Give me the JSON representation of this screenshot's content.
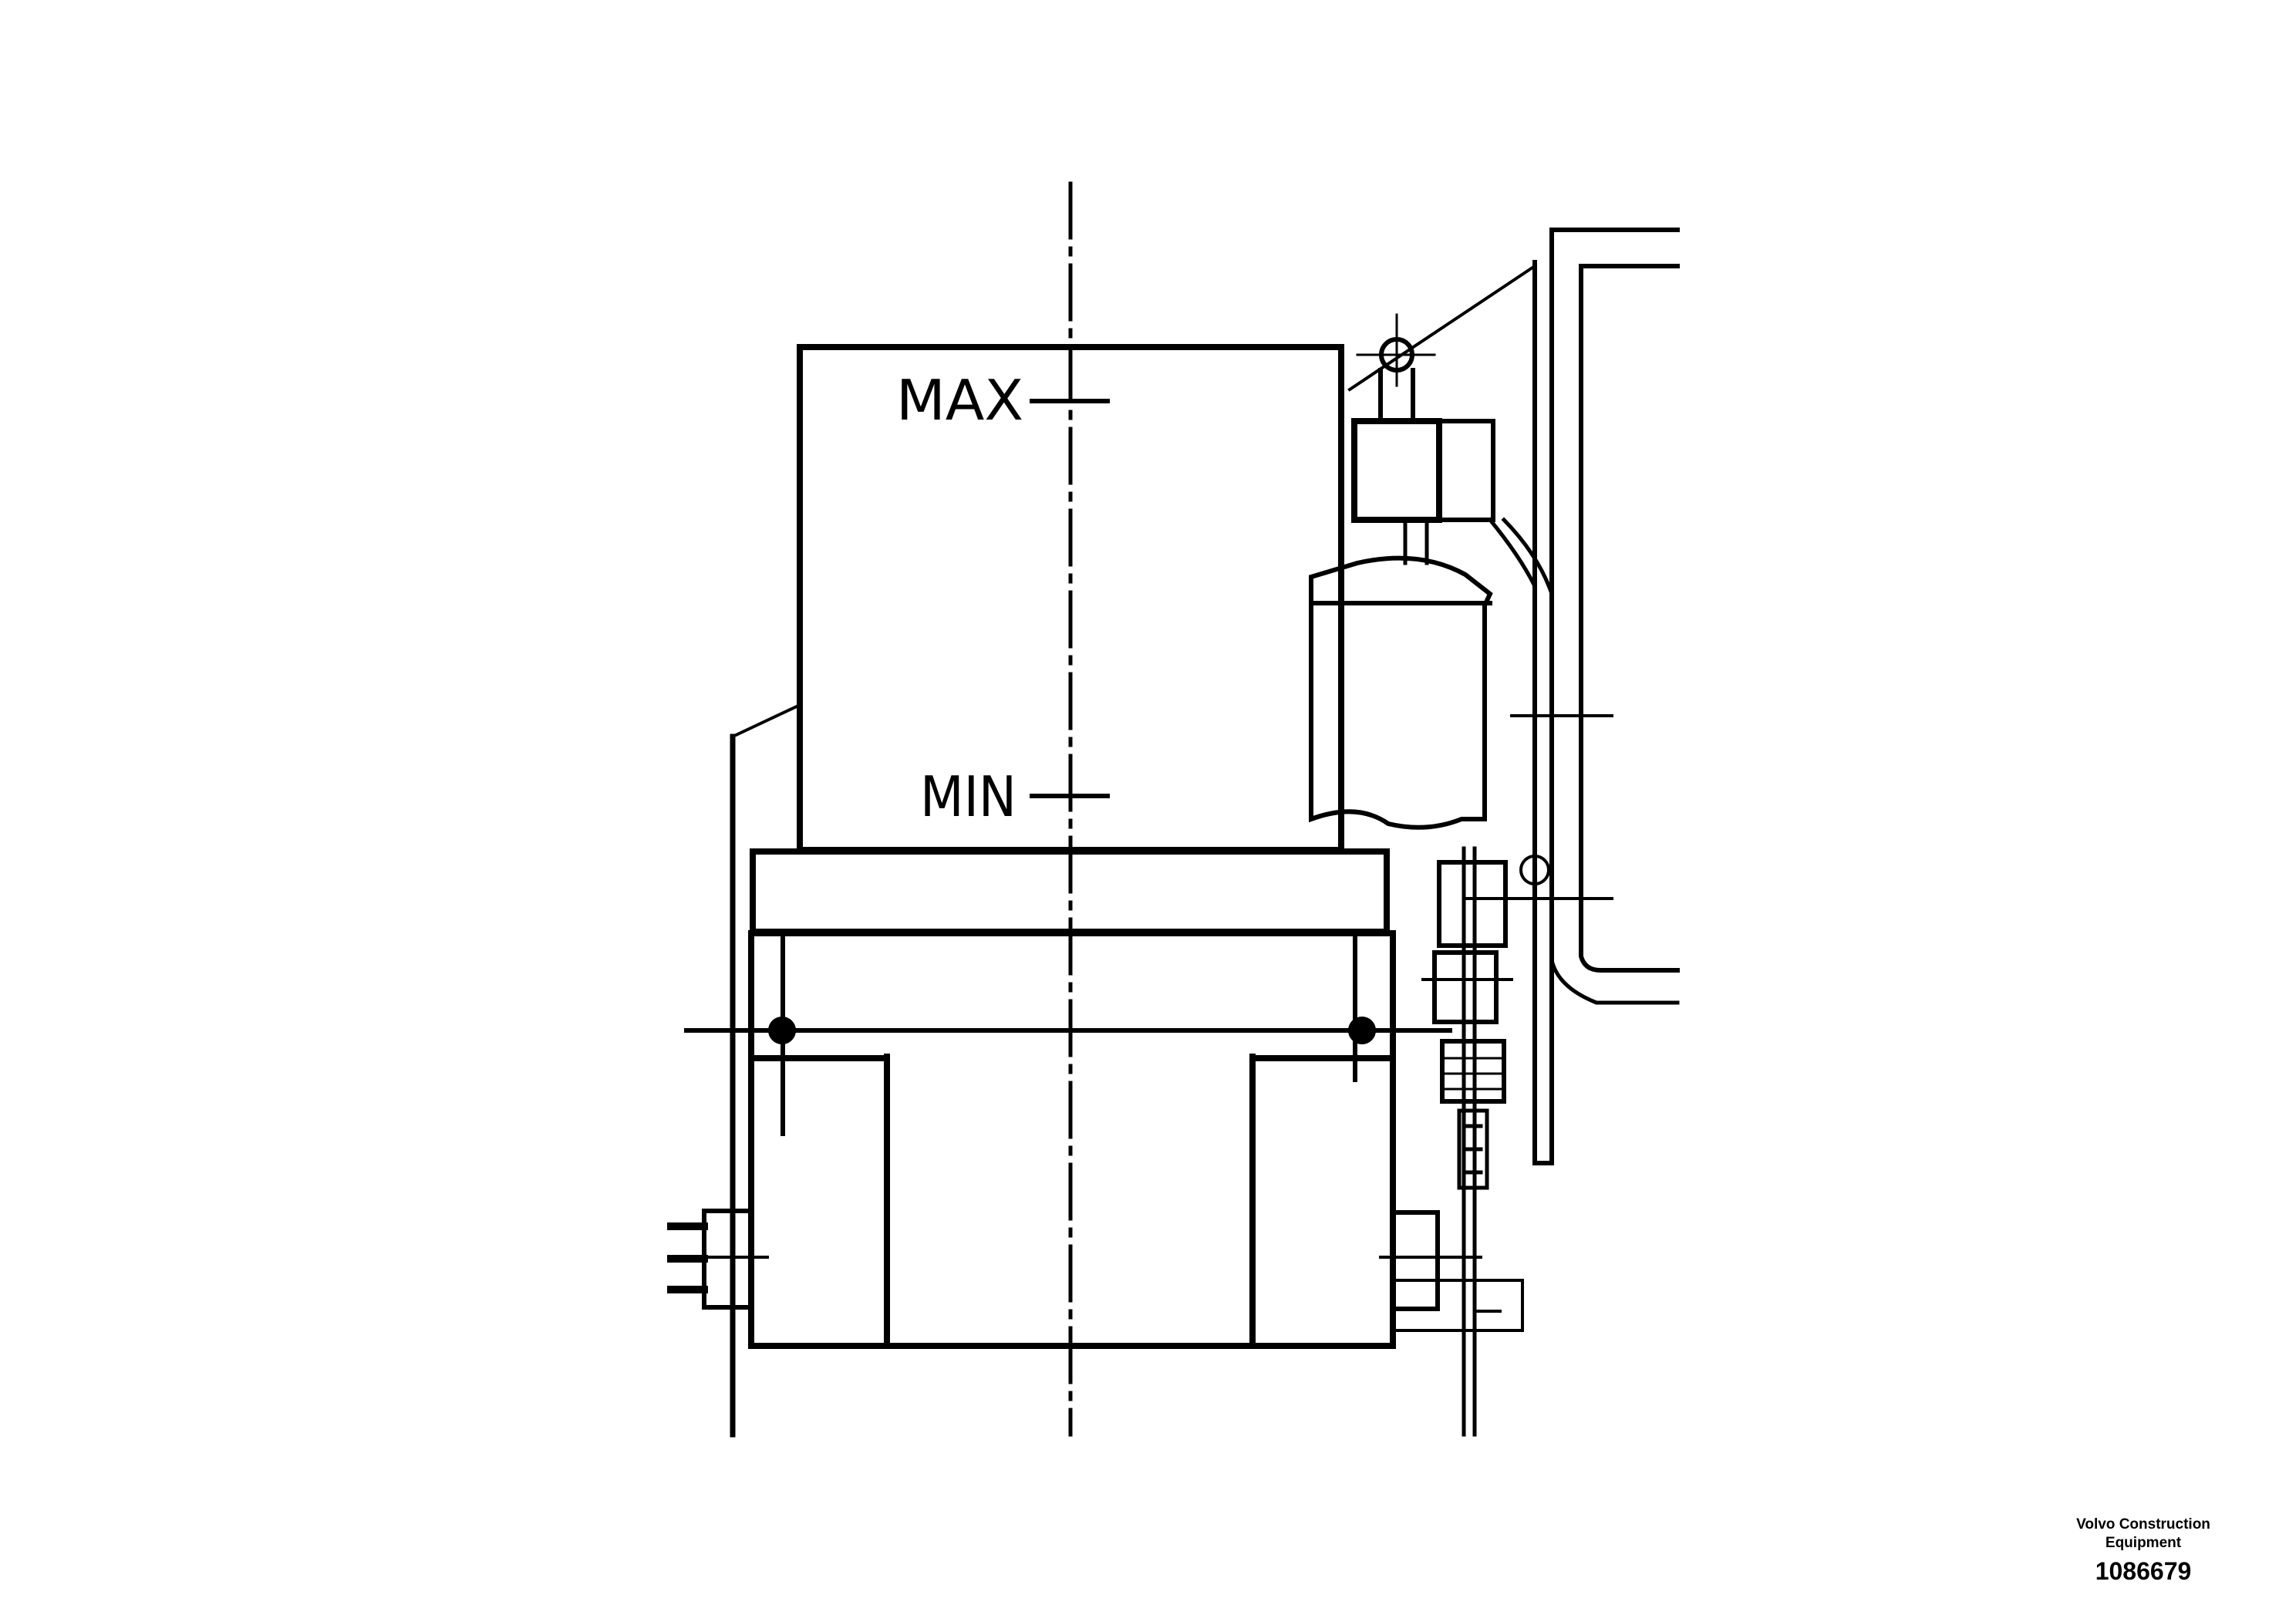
{
  "diagram": {
    "labels": {
      "max": "MAX",
      "min": "MIN"
    }
  },
  "footer": {
    "company_line1": "Volvo Construction",
    "company_line2": "Equipment",
    "part_number": "1086679"
  }
}
